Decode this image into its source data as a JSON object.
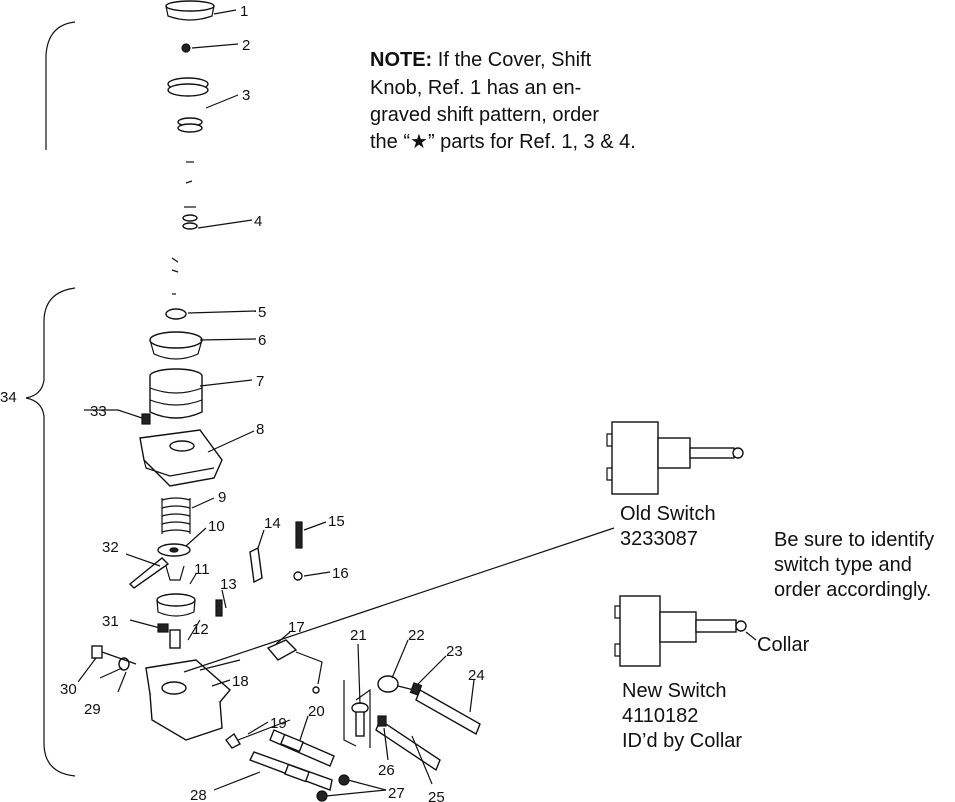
{
  "note": {
    "lead": "NOTE:",
    "lines": [
      " If the Cover, Shift",
      "Knob, Ref. 1 has an en-",
      "graved shift pattern, order",
      "the “★” parts for Ref. 1, 3 & 4."
    ]
  },
  "switches": {
    "old_name": "Old Switch",
    "old_part": "3233087",
    "new_name": "New Switch",
    "new_part": "4110182",
    "new_id": "ID’d by Collar",
    "collar": "Collar",
    "advice": [
      "Be sure to identify",
      "switch type and",
      "order accordingly."
    ]
  },
  "callouts": [
    "1",
    "2",
    "3",
    "4",
    "5",
    "6",
    "7",
    "8",
    "9",
    "10",
    "11",
    "12",
    "13",
    "14",
    "15",
    "16",
    "17",
    "18",
    "19",
    "20",
    "21",
    "22",
    "23",
    "24",
    "25",
    "26",
    "27",
    "28",
    "29",
    "30",
    "31",
    "32",
    "33",
    "34"
  ]
}
